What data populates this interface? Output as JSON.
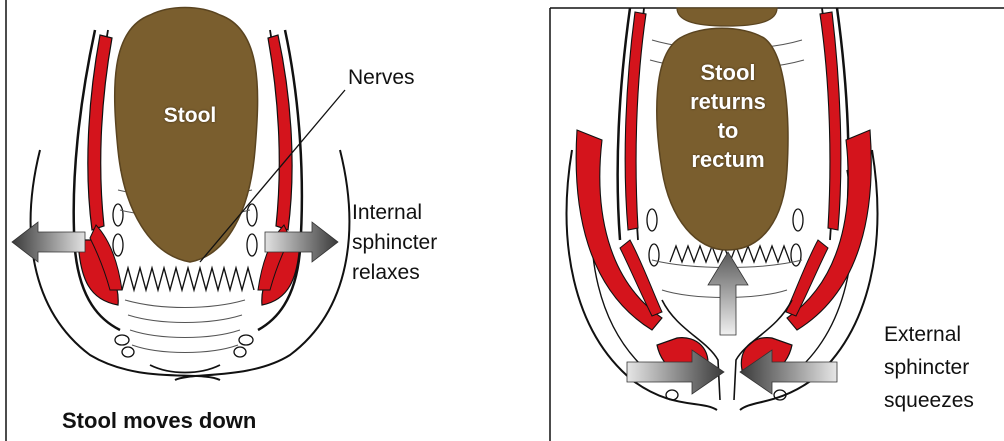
{
  "left": {
    "stool_label": "Stool",
    "nerves_label": "Nerves",
    "internal_sphincter_lines": [
      "Internal",
      "sphincter",
      "relaxes"
    ],
    "caption": "Stool moves down"
  },
  "right": {
    "stool_lines": [
      "Stool",
      "returns",
      "to",
      "rectum"
    ],
    "external_sphincter_lines": [
      "External",
      "sphincter",
      "squeezes"
    ]
  },
  "colors": {
    "stool": "#7a5e2e",
    "muscle": "#d4141c",
    "outline": "#111111",
    "arrow_light": "#d9d9d9",
    "arrow_dark": "#3c3c3c"
  }
}
